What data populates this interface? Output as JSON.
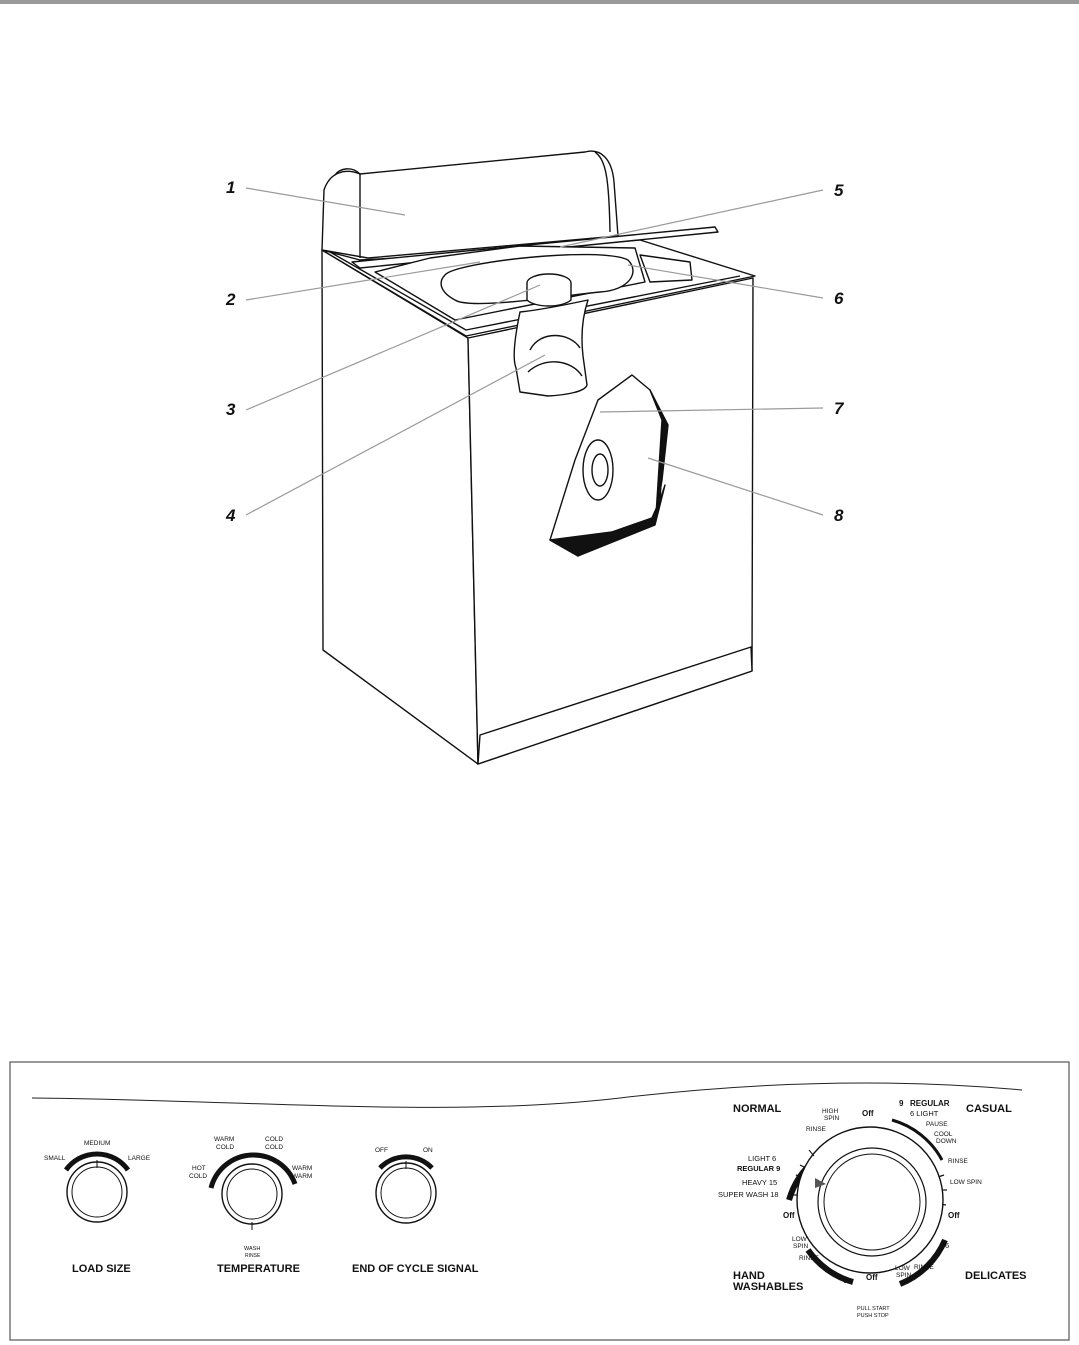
{
  "callouts": [
    "1",
    "2",
    "3",
    "4",
    "5",
    "6",
    "7",
    "8"
  ],
  "panel": {
    "load_size": {
      "name": "LOAD SIZE",
      "options": [
        "SMALL",
        "MEDIUM",
        "LARGE"
      ]
    },
    "temperature": {
      "name": "TEMPERATURE",
      "options": [
        "HOT",
        "COLD",
        "WARM",
        "COLD",
        "COLD",
        "COLD",
        "WARM",
        "WARM"
      ],
      "sub_wash": "WASH",
      "sub_rinse": "RINSE"
    },
    "signal": {
      "name": "END OF CYCLE SIGNAL",
      "options": [
        "OFF",
        "ON"
      ]
    },
    "cycle_dial": {
      "normal": "NORMAL",
      "casual": "CASUAL",
      "hand1": "HAND",
      "hand2": "WASHABLES",
      "delicates": "DELICATES",
      "off": "Off",
      "high": "HIGH",
      "spin": "SPIN",
      "rinse": "RINSE",
      "light6": "LIGHT  6",
      "regular9": "REGULAR  9",
      "heavy15": "HEAVY  15",
      "super18": "SUPER WASH 18",
      "casual_regular_num": "9",
      "casual_regular": "REGULAR",
      "casual_light": "6 LIGHT",
      "pause": "PAUSE",
      "cool": "COOL",
      "down": "DOWN",
      "low_spin": "LOW SPIN",
      "low": "LOW",
      "six": "6",
      "pull_start": "PULL START",
      "push_stop": "PUSH STOP"
    }
  }
}
